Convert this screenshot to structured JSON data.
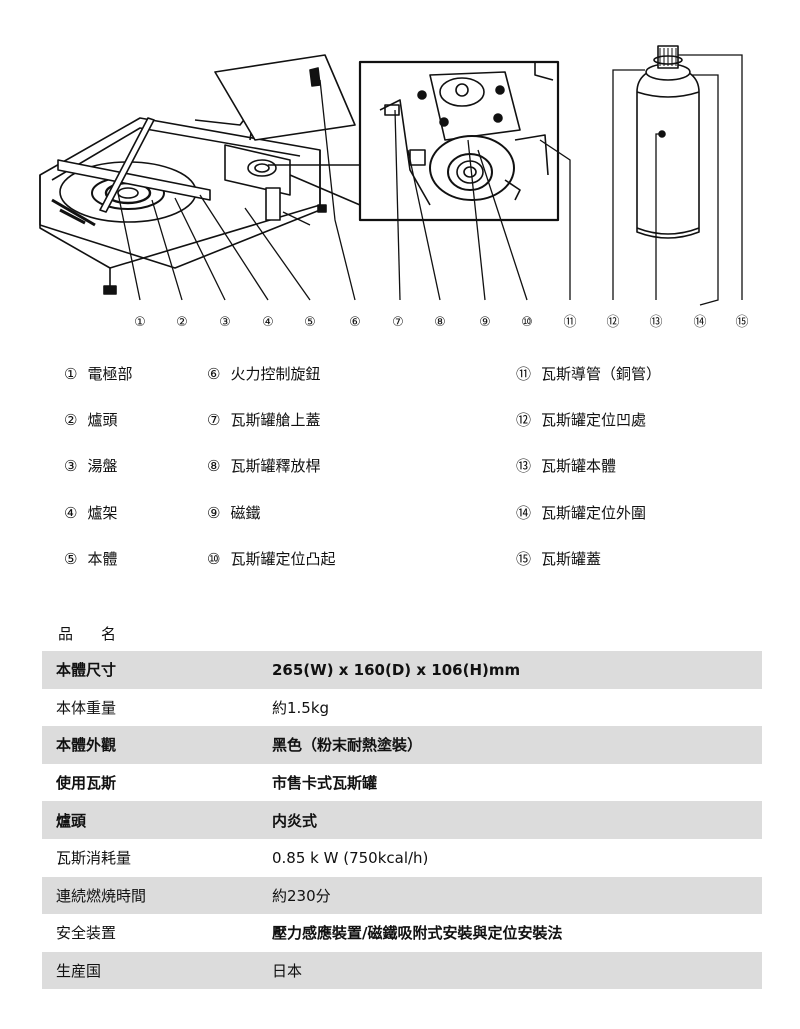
{
  "diagram": {
    "markers": [
      "①",
      "②",
      "③",
      "④",
      "⑤",
      "⑥",
      "⑦",
      "⑧",
      "⑨",
      "⑩",
      "⑪",
      "⑫",
      "⑬",
      "⑭",
      "⑮"
    ]
  },
  "parts": [
    {
      "num": "①",
      "label": "電極部"
    },
    {
      "num": "②",
      "label": "爐頭"
    },
    {
      "num": "③",
      "label": "湯盤"
    },
    {
      "num": "④",
      "label": "爐架"
    },
    {
      "num": "⑤",
      "label": "本體"
    },
    {
      "num": "⑥",
      "label": "火力控制旋鈕"
    },
    {
      "num": "⑦",
      "label": "瓦斯罐艙上蓋"
    },
    {
      "num": "⑧",
      "label": "瓦斯罐釋放桿"
    },
    {
      "num": "⑨",
      "label": "磁鐵"
    },
    {
      "num": "⑩",
      "label": "瓦斯罐定位凸起"
    },
    {
      "num": "⑪",
      "label": "瓦斯導管（銅管）"
    },
    {
      "num": "⑫",
      "label": "瓦斯罐定位凹處"
    },
    {
      "num": "⑬",
      "label": "瓦斯罐本體"
    },
    {
      "num": "⑭",
      "label": "瓦斯罐定位外圍"
    },
    {
      "num": "⑮",
      "label": "瓦斯罐蓋"
    }
  ],
  "specs": {
    "title": "品名",
    "rows": [
      {
        "key": "本體尺寸",
        "value": "265(W) x 160(D) x 106(H)mm"
      },
      {
        "key": "本体重量",
        "value": "約1.5kg"
      },
      {
        "key": "本體外觀",
        "value": "黑色（粉末耐熱塗裝）"
      },
      {
        "key": "使用瓦斯",
        "value": "市售卡式瓦斯罐"
      },
      {
        "key": "爐頭",
        "value": "内炎式"
      },
      {
        "key": "瓦斯消耗量",
        "value": "0.85 k W (750kcal/h)"
      },
      {
        "key": "連続燃焼時間",
        "value": "約230分"
      },
      {
        "key": "安全装置",
        "value": "壓力感應裝置/磁鐵吸附式安裝與定位安裝法"
      },
      {
        "key": "生産国",
        "value": "日本"
      }
    ]
  }
}
